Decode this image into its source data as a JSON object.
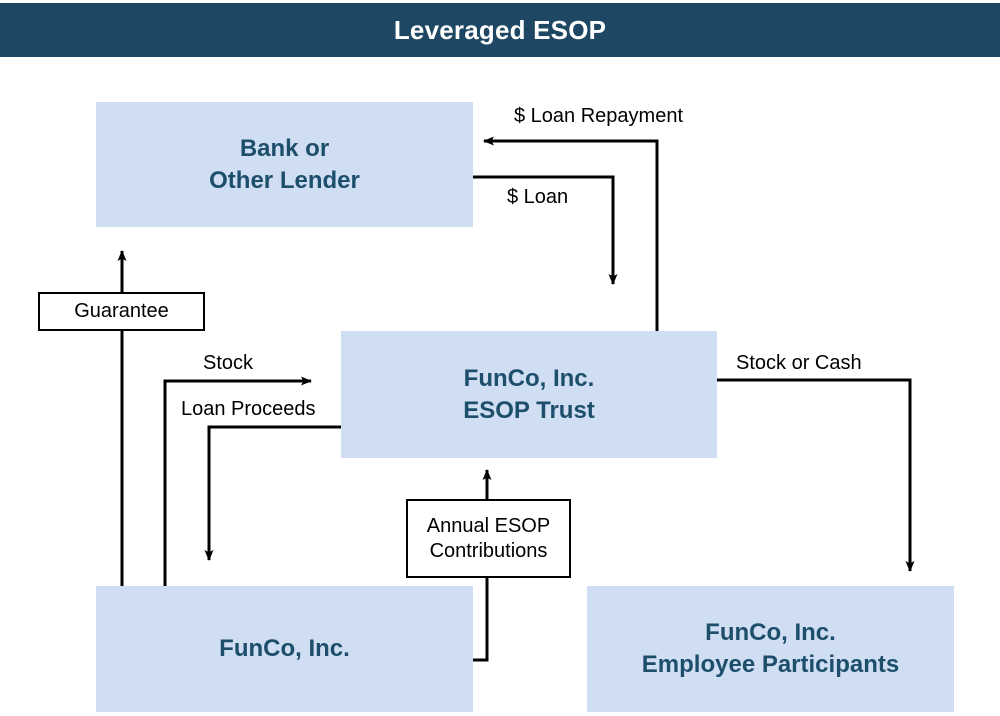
{
  "header": {
    "title": "Leveraged ESOP",
    "bar_color": "#1e4763",
    "text_color": "#ffffff"
  },
  "theme": {
    "box_fill": "#cfdef2",
    "box_text": "#1d4e6b",
    "connector_color": "#000000",
    "note_fill": "#ffffff",
    "note_border": "#000000",
    "background": "#ffffff"
  },
  "diagram": {
    "type": "flow-diagram",
    "nodes": [
      {
        "id": "lender",
        "name": "bank-or-other-lender",
        "line1": "Bank or",
        "line2": "Other Lender",
        "shape": "filled-box"
      },
      {
        "id": "trust",
        "name": "funco-esop-trust",
        "line1": "FunCo, Inc.",
        "line2": "ESOP Trust",
        "shape": "filled-box"
      },
      {
        "id": "funco",
        "name": "funco-inc",
        "line1": "FunCo, Inc.",
        "line2": "",
        "shape": "filled-box"
      },
      {
        "id": "employees",
        "name": "funco-employee-participants",
        "line1": "FunCo, Inc.",
        "line2": "Employee Participants",
        "shape": "filled-box"
      }
    ],
    "notes": [
      {
        "id": "guarantee",
        "name": "guarantee-note",
        "line1": "Guarantee",
        "line2": ""
      },
      {
        "id": "contributions",
        "name": "annual-esop-contributions-note",
        "line1": "Annual ESOP",
        "line2": "Contributions"
      }
    ],
    "flows": [
      {
        "id": "repayment",
        "label": "$ Loan Repayment",
        "from": "trust",
        "to": "lender",
        "direction": "left"
      },
      {
        "id": "loan",
        "label": "$ Loan",
        "from": "lender",
        "to": "trust",
        "direction": "down"
      },
      {
        "id": "stock",
        "label": "Stock",
        "from": "funco",
        "to": "trust",
        "direction": "right"
      },
      {
        "id": "proceeds",
        "label": "Loan Proceeds",
        "from": "trust",
        "to": "funco",
        "direction": "down"
      },
      {
        "id": "stockcash",
        "label": "Stock or Cash",
        "from": "trust",
        "to": "employees",
        "direction": "down"
      }
    ]
  }
}
